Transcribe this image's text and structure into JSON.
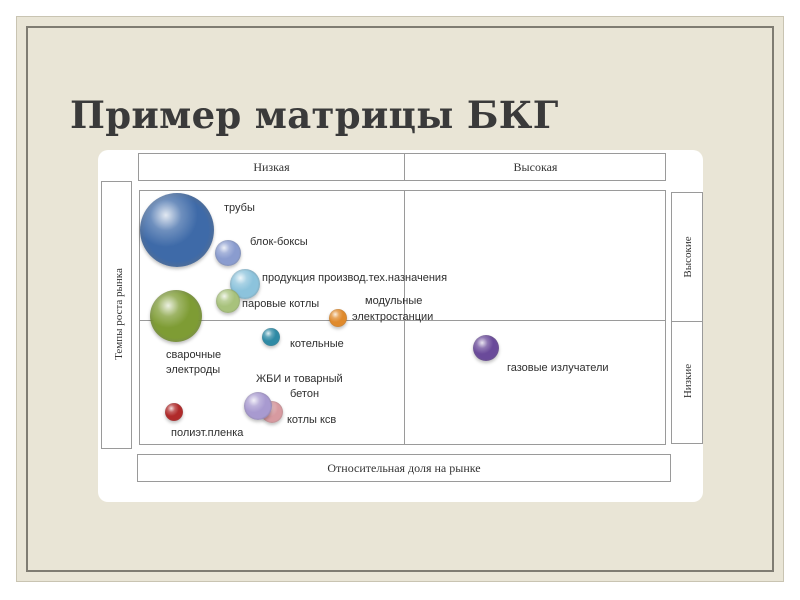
{
  "slide": {
    "title": "Пример матрицы БКГ"
  },
  "matrix": {
    "top_low": "Низкая",
    "top_high": "Высокая",
    "y_axis": "Темпы роста рынка",
    "right_high": "Высокие",
    "right_low": "Низкие",
    "x_axis": "Относительная доля на рынке"
  },
  "bubbles": [
    {
      "id": "pipes",
      "label": "трубы",
      "color": "#3e6aa8"
    },
    {
      "id": "block-boxes",
      "label": "блок-боксы",
      "color": "#8a9ccf"
    },
    {
      "id": "industrial",
      "label": "продукция производ.тех.назначения",
      "color": "#8cc3dc"
    },
    {
      "id": "boilers-steam",
      "label": "паровые котлы",
      "color": "#a8c27c"
    },
    {
      "id": "welding",
      "label": "сварочные электроды",
      "label_line1": "сварочные",
      "label_line2": "электроды",
      "color": "#7e9c34"
    },
    {
      "id": "modular",
      "label": "модульные электростанции",
      "label_line1": "модульные",
      "label_line2": "электростанции",
      "color": "#e08a2c"
    },
    {
      "id": "boiler-houses",
      "label": "котельные",
      "color": "#2e8aa5"
    },
    {
      "id": "gas",
      "label": "газовые излучатели",
      "color": "#6a4a9a"
    },
    {
      "id": "concrete",
      "label": "ЖБИ и товарный бетон",
      "label_line1": "ЖБИ и товарный",
      "label_line2": "бетон",
      "color": "#a89ad0"
    },
    {
      "id": "boilers-ksv",
      "label": "котлы ксв",
      "color": "#d79aa0"
    },
    {
      "id": "film",
      "label": "полиэт.пленка",
      "color": "#b02a2a"
    }
  ]
}
